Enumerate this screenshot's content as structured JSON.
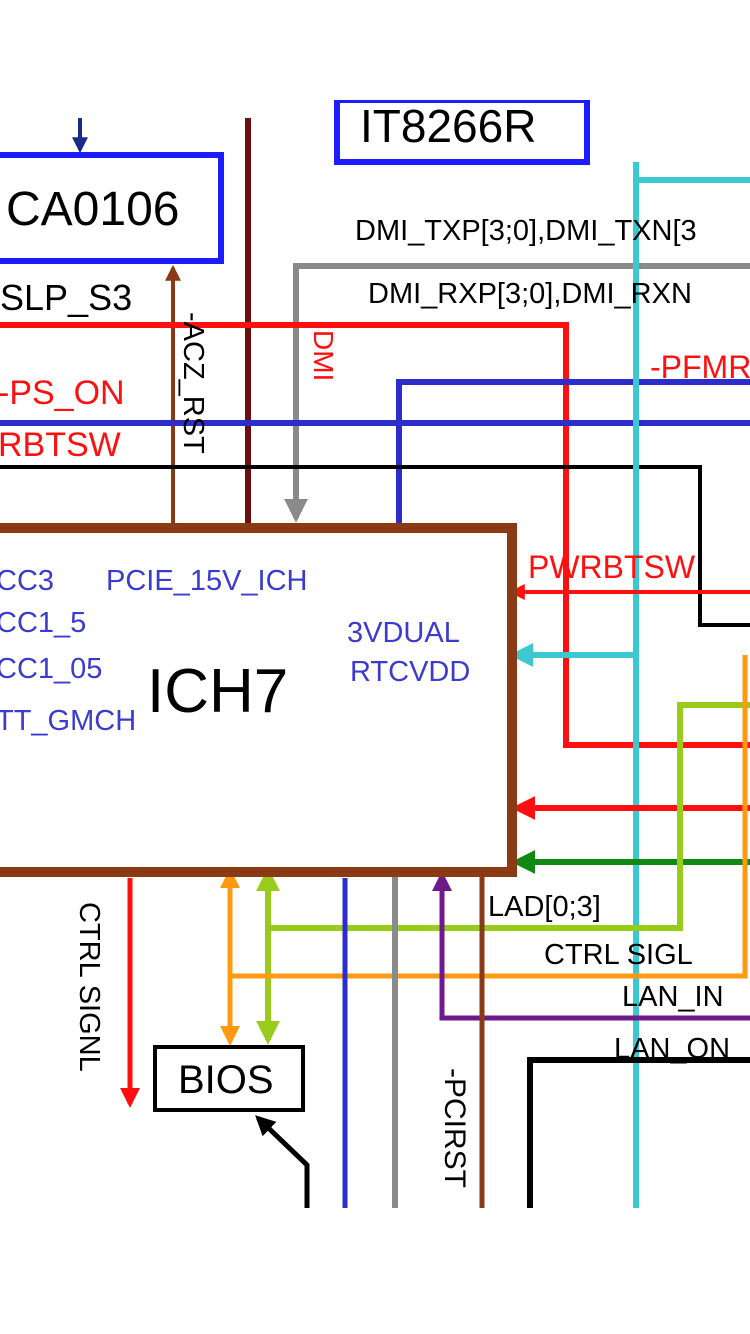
{
  "colors": {
    "red": "#ff1010",
    "blue": "#2d2dcc",
    "cyan": "#3cc8d0",
    "brown": "#8a3a14",
    "darkred": "#6b0f0f",
    "gray": "#8a8a8a",
    "black": "#000000",
    "orange": "#ff9a10",
    "lime": "#99cc1a",
    "green": "#118811",
    "purple": "#6e1a8a",
    "navy": "#1a2a88",
    "pin_text": "#3b3bd0"
  },
  "blocks": {
    "ca0106": "CA0106",
    "it8266r": "IT8266R",
    "ich7": "ICH7",
    "bios": "BIOS"
  },
  "ich7_pins": {
    "vcc3": "CC3",
    "vcc1_5": "CC1_5",
    "vcc1_05": "CC1_05",
    "vtt_gmch": "TT_GMCH",
    "pcie_15v": "PCIE_15V_ICH",
    "dual3v": "3VDUAL",
    "rtcvdd": "RTCVDD"
  },
  "signals": {
    "dmi_tx": "DMI_TXP[3;0],DMI_TXN[3",
    "dmi_rx": "DMI_RXP[3;0],DMI_RXN",
    "slp_s3": "SLP_S3",
    "ps_on": "-PS_ON",
    "rbtsw": "RBTSW",
    "acz_rst": "-ACZ_RST",
    "dmi": "DMI",
    "pfmr": "-PFMR",
    "pwrbtsw": "PWRBTSW",
    "lad": "LAD[0;3]",
    "ctrl_sigl": "CTRL SIGL",
    "lan_in": "LAN_IN",
    "lan_on": "LAN_ON",
    "ctrl_signl": "CTRL  SIGNL",
    "pcirst": "-PCIRST"
  }
}
